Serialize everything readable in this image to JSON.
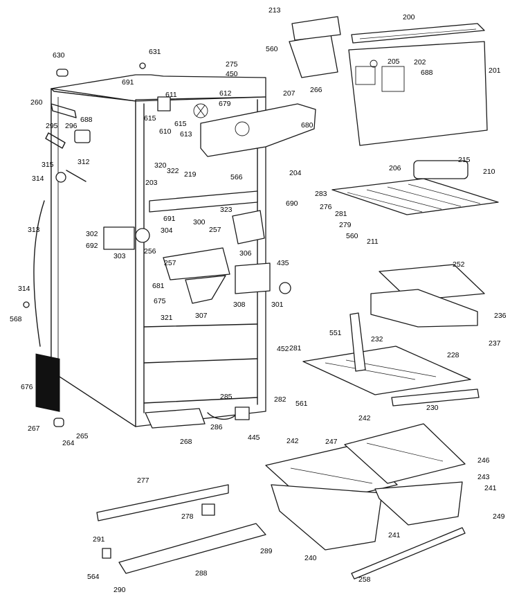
{
  "callouts": [
    "213",
    "200",
    "630",
    "631",
    "560",
    "275",
    "450",
    "266",
    "205",
    "202",
    "688",
    "201",
    "691",
    "611",
    "612",
    "679",
    "207",
    "260",
    "688",
    "615",
    "610",
    "615",
    "613",
    "680",
    "295",
    "296",
    "320",
    "322",
    "219",
    "566",
    "204",
    "206",
    "215",
    "210",
    "315",
    "312",
    "314",
    "203",
    "283",
    "690",
    "276",
    "281",
    "279",
    "560",
    "211",
    "313",
    "302",
    "304",
    "300",
    "257",
    "323",
    "691",
    "692",
    "303",
    "256",
    "257",
    "306",
    "435",
    "314",
    "568",
    "681",
    "675",
    "307",
    "308",
    "301",
    "252",
    "236",
    "237",
    "551",
    "232",
    "321",
    "452",
    "281",
    "228",
    "282",
    "561",
    "230",
    "676",
    "267",
    "285",
    "286",
    "445",
    "268",
    "264",
    "265",
    "242",
    "242",
    "247",
    "246",
    "243",
    "241",
    "277",
    "278",
    "249",
    "241",
    "291",
    "289",
    "240",
    "564",
    "290",
    "288",
    "258"
  ]
}
